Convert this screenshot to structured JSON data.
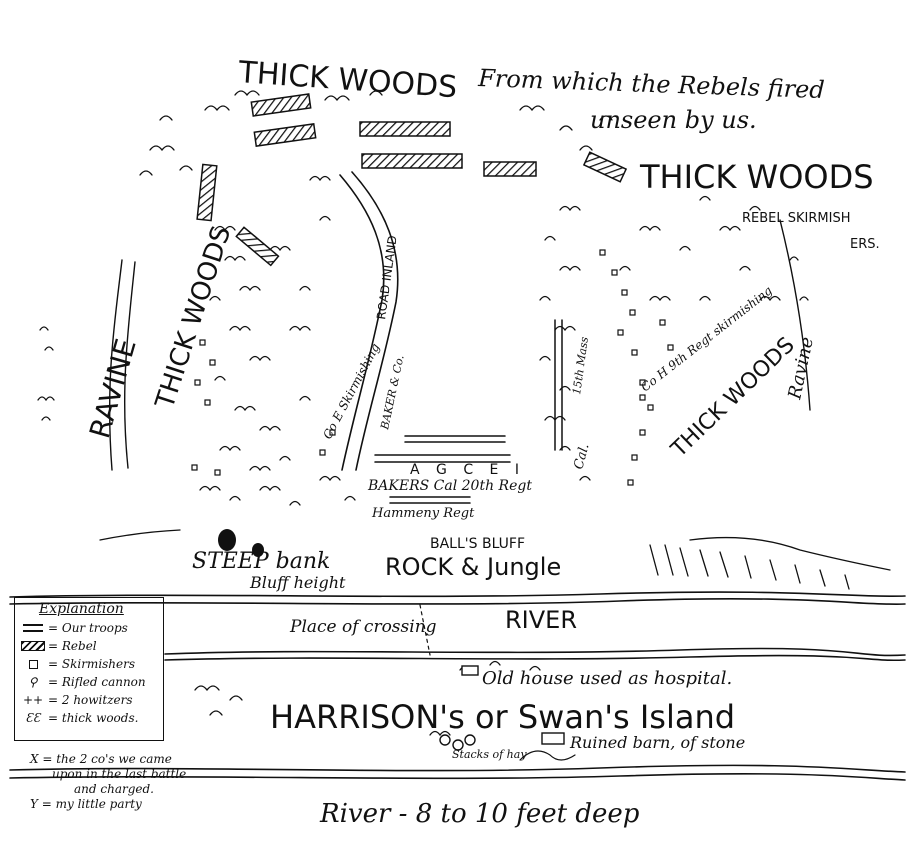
{
  "labels": {
    "thick_woods_top": "THICK WOODS",
    "from_which_line1": "From which the Rebels fired",
    "from_which_line2": "unseen by us.",
    "thick_woods_right": "THICK WOODS",
    "rebel_skirmishers_1": "REBEL SKIRMISH",
    "rebel_skirmishers_2": "ERS.",
    "thick_woods_left": "THICK WOODS",
    "ravine_left": "RAVINE",
    "ravine_right": "Ravine",
    "road_inland": "ROAD INLAND",
    "thick_woods_lower_right": "THICK WOODS",
    "co_h_skirmishing": "Co H 9th Regt skirmishing",
    "mass_15th": "15th Mass",
    "cal": "Cal.",
    "co_e_skirmishing": "Co E Skirmishing",
    "bakers_left": "BAKER & Co.",
    "bakers_regt": "BAKERS Cal 20th Regt",
    "hammers_regt": "Hammeny Regt",
    "letters_row": "A G C E I",
    "halls_bluff": "BALL'S BLUFF",
    "steep_bank": "STEEP bank",
    "bluff_height": "Bluff height",
    "rock_jungle": "ROCK & Jungle",
    "river_top": "RIVER",
    "place_of_crossing": "Place of crossing",
    "old_house": "Old house used as hospital.",
    "island": "HARRISON's or Swan's Island",
    "stacks": "Stacks of hay",
    "ruined_barn": "Ruined barn, of stone",
    "river_bottom": "River - 8 to 10 feet deep"
  },
  "legend": {
    "title": "Explanation",
    "items": [
      {
        "symbol": "our-troops",
        "label": "= Our troops"
      },
      {
        "symbol": "rebel",
        "label": "= Rebel"
      },
      {
        "symbol": "skirmisher",
        "label": "= Skirmishers"
      },
      {
        "symbol": "rifled-cannon",
        "label": "= Rifled cannon"
      },
      {
        "symbol": "howitzers",
        "label": "= 2 howitzers"
      },
      {
        "symbol": "thick-woods",
        "label": "= thick woods."
      }
    ]
  },
  "notes": {
    "x_note_1": "X = the 2 co's we came",
    "x_note_2": "upon in the last battle",
    "x_note_3": "and charged.",
    "y_note": "Y = my little party"
  },
  "colors": {
    "ink": "#111111",
    "paper": "#ffffff"
  }
}
